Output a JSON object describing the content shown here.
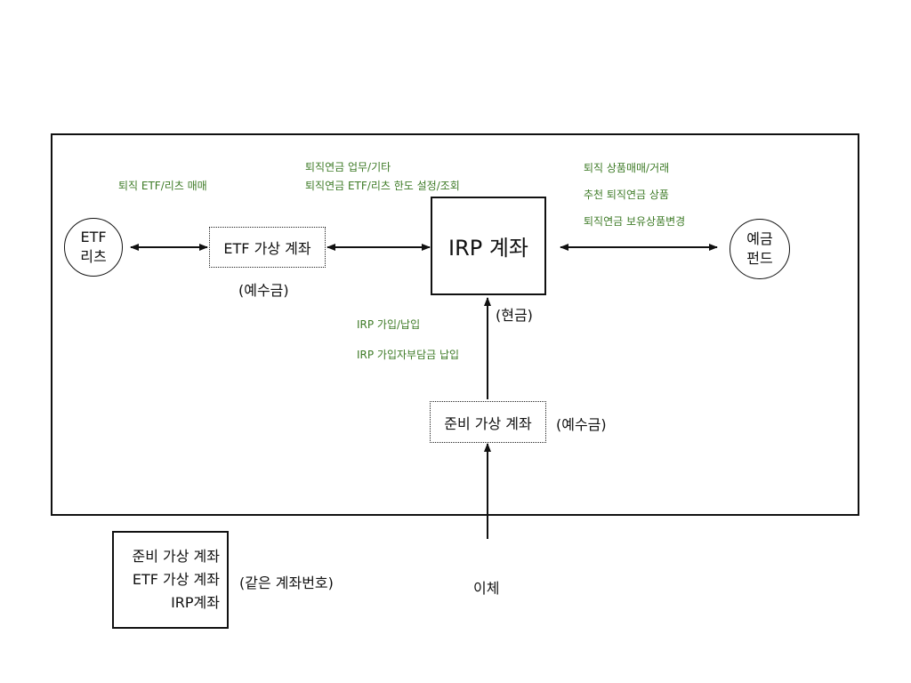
{
  "nodes": {
    "etf_reits": {
      "line1": "ETF",
      "line2": "리츠"
    },
    "etf_virtual_account": {
      "label": "ETF 가상 계좌",
      "note": "(예수금)"
    },
    "irp_account": {
      "label": "IRP 계좌",
      "note": "(현금)"
    },
    "deposit_fund": {
      "line1": "예금",
      "line2": "펀드"
    },
    "reserve_virtual_account": {
      "label": "준비 가상 계좌",
      "note": "(예수금)"
    },
    "transfer": {
      "label": "이체"
    }
  },
  "edge_labels": {
    "etf_trade": "퇴직 ETF/리츠 매매",
    "pension_business": "퇴직연금 업무/기타",
    "pension_etf_limit": "퇴직연금 ETF/리츠 한도 설정/조회",
    "product_trade": "퇴직 상품매매/거래",
    "recommend_products": "추천 퇴직연금 상품",
    "holding_change": "퇴직연금 보유상품변경",
    "irp_join": "IRP 가입/납입",
    "irp_self_payment": "IRP 가입자부담금 납입"
  },
  "legend": {
    "lines": [
      "준비 가상 계좌",
      "ETF 가상 계좌",
      "IRP계좌"
    ],
    "note": "(같은 계좌번호)"
  }
}
